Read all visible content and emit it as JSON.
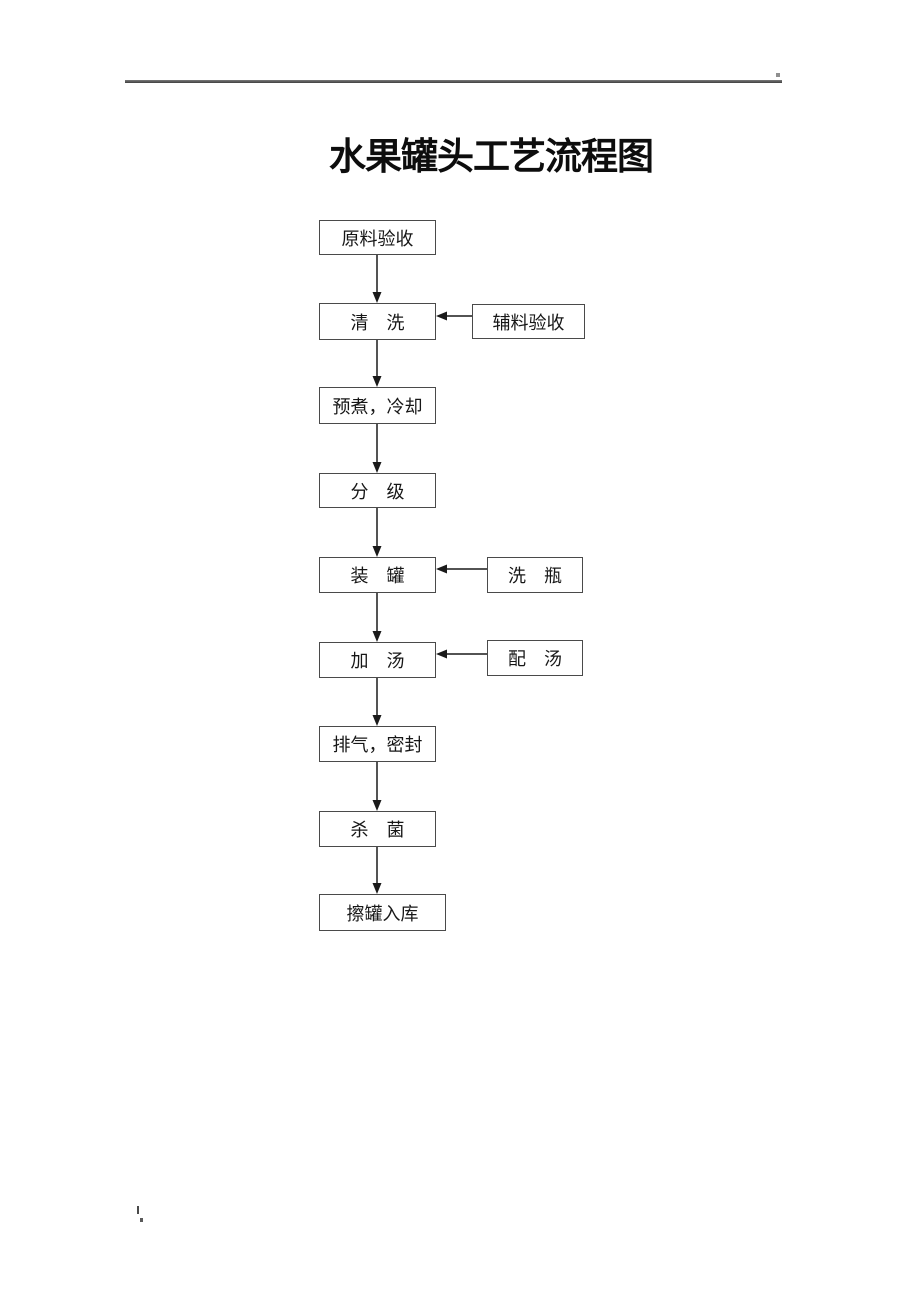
{
  "page": {
    "title": "水果罐头工艺流程图",
    "background_color": "#ffffff",
    "header_rule_color": "#4f4f4f",
    "text_color": "#171717"
  },
  "flowchart": {
    "box_border_color": "#4a4a4a",
    "connector_color": "#1a1a1a",
    "steps": [
      {
        "label": "原料验收"
      },
      {
        "label": "清　洗"
      },
      {
        "label": "预煮，冷却"
      },
      {
        "label": "分　级"
      },
      {
        "label": "装　罐"
      },
      {
        "label": "加　汤"
      },
      {
        "label": "排气，密封"
      },
      {
        "label": "杀　菌"
      },
      {
        "label": "擦罐入库"
      }
    ],
    "side_steps": [
      {
        "label": "辅料验收",
        "connects_to": "清　洗"
      },
      {
        "label": "洗　瓶",
        "connects_to": "装　罐"
      },
      {
        "label": "配　汤",
        "connects_to": "加　汤"
      }
    ]
  }
}
